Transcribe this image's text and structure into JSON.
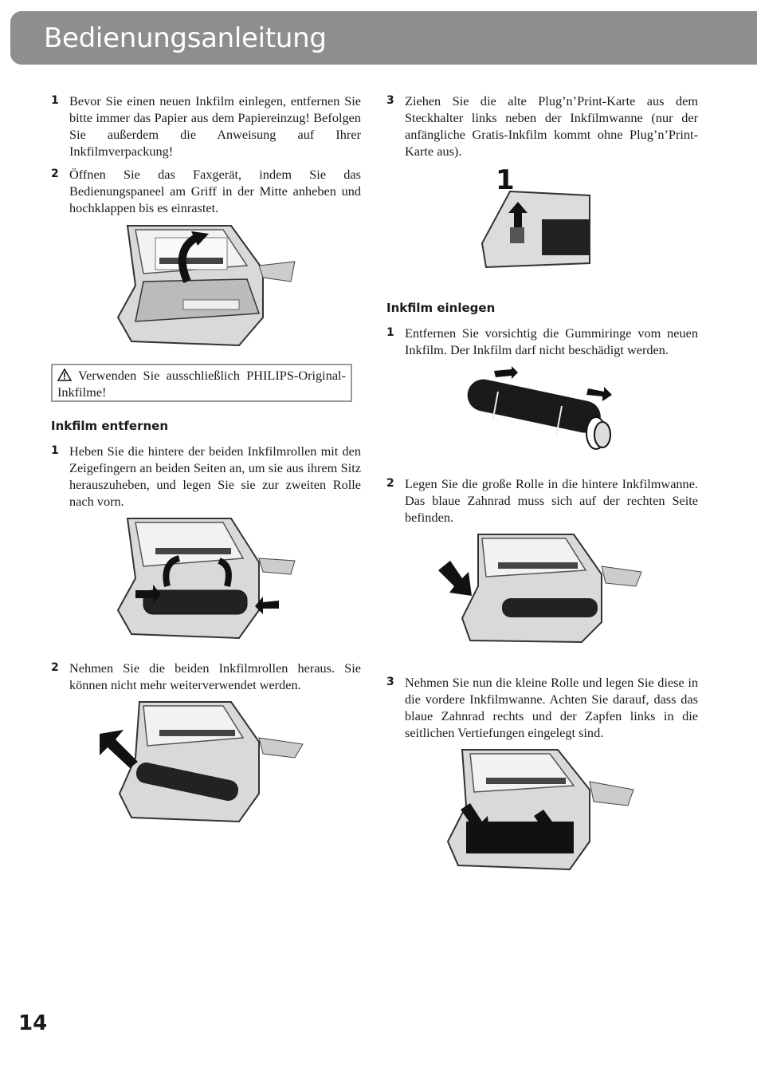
{
  "header": {
    "title": "Bedienungsanleitung"
  },
  "left_column": {
    "steps_intro": [
      {
        "num": "1",
        "text": "Bevor Sie einen neuen Inkfilm einlegen, entfernen Sie bitte immer das Papier aus dem Papiereinzug! Befolgen Sie außerdem die Anweisung auf Ihrer Inkfilmverpackung!"
      },
      {
        "num": "2",
        "text": "Öffnen Sie das Faxgerät, indem Sie das Bedienungspaneel am Griff in der Mitte anheben und hochklappen bis es einrastet."
      }
    ],
    "warning": {
      "text": "Verwenden Sie ausschließlich PHILIPS-Original-Inkfilme!",
      "icon": "warning-triangle-icon"
    },
    "section_remove": {
      "heading": "Inkfilm entfernen",
      "steps": [
        {
          "num": "1",
          "text": "Heben Sie die hintere der beiden Inkfilmrollen mit den Zeigefingern an beiden Seiten an, um sie aus ihrem Sitz herauszuheben, und legen Sie sie zur zweiten Rolle nach vorn."
        },
        {
          "num": "2",
          "text": "Nehmen Sie die beiden Inkfilmrollen heraus. Sie können nicht mehr weiterverwendet werden."
        }
      ]
    }
  },
  "right_column": {
    "step_intro": {
      "num": "3",
      "text": "Ziehen Sie die alte Plug’n’Print-Karte aus dem Steckhalter links neben der Inkfilmwanne (nur der anfängliche Gratis-Inkfilm kommt ohne Plug’n’Print-Karte aus)."
    },
    "callout_number": "1",
    "section_insert": {
      "heading": "Inkfilm einlegen",
      "steps": [
        {
          "num": "1",
          "text": "Entfernen Sie vorsichtig die Gummiringe vom neuen Inkfilm. Der Inkfilm darf nicht beschädigt werden."
        },
        {
          "num": "2",
          "text": "Legen Sie die große Rolle in die hintere Inkfilmwanne. Das blaue Zahnrad muss sich auf der rechten Seite befinden."
        },
        {
          "num": "3",
          "text": "Nehmen Sie nun die kleine Rolle und legen Sie diese in die vordere Inkfilmwanne. Achten Sie darauf, dass das blaue Zahnrad rechts und der Zapfen links in die seitlichen Vertiefungen eingelegt sind."
        }
      ]
    }
  },
  "footer": {
    "page_number": "14"
  }
}
